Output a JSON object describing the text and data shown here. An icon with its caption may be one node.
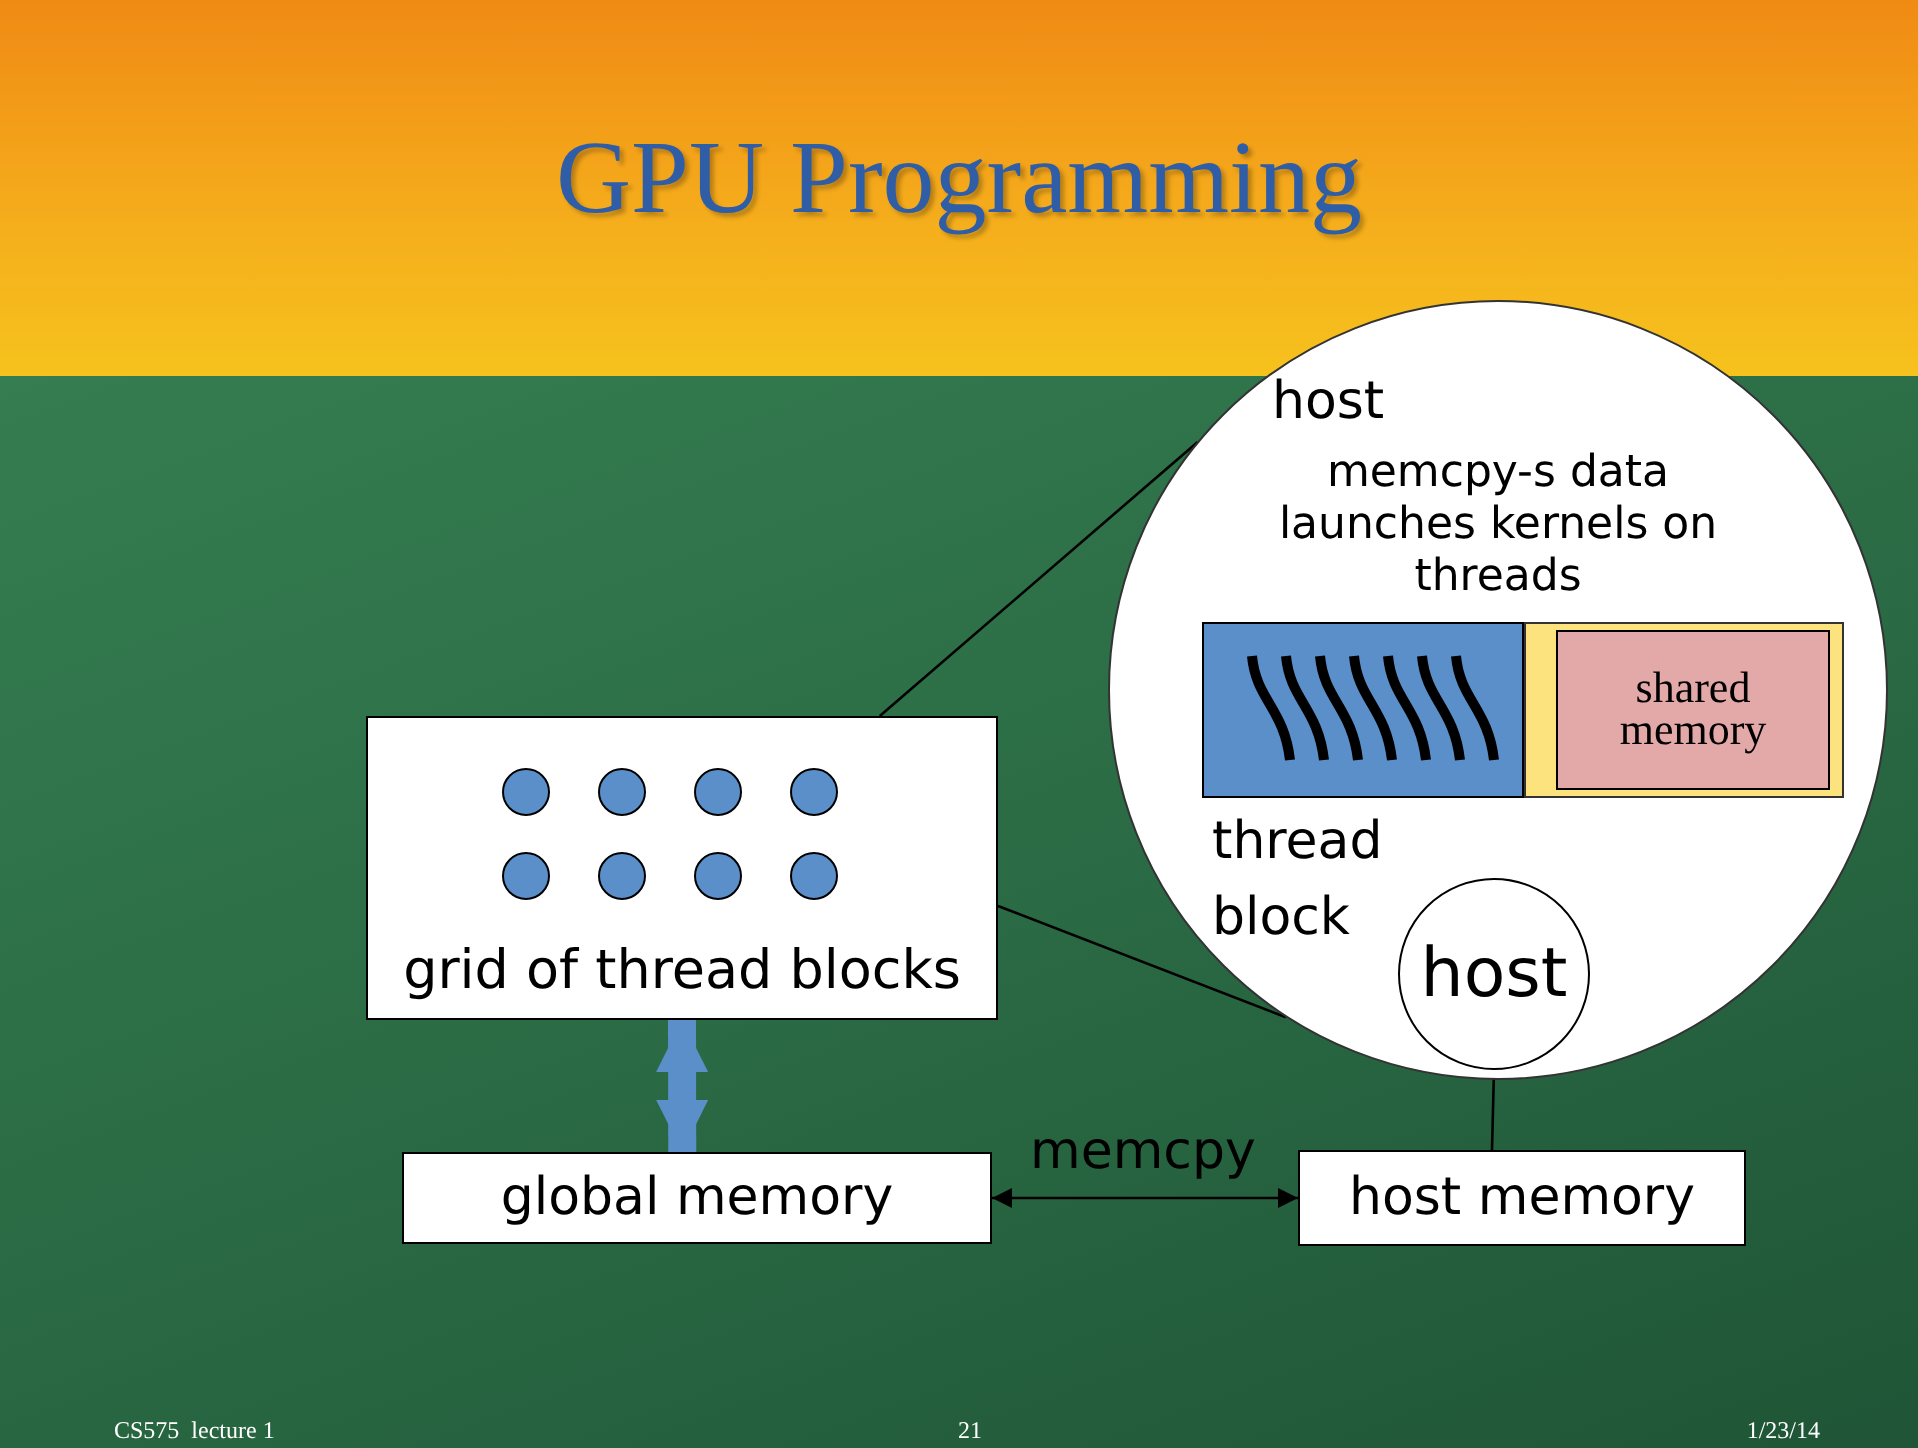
{
  "diagram": {
    "title": "GPU Programming",
    "nodes": [
      {
        "text": [
          "grid of thread blocks"
        ]
      },
      {
        "text": [],
        "shape": "circle",
        "in": 0
      },
      {
        "text": [],
        "shape": "circle",
        "in": 0
      },
      {
        "text": [],
        "shape": "circle",
        "in": 0
      },
      {
        "text": [],
        "shape": "circle",
        "in": 0
      },
      {
        "text": [],
        "shape": "circle",
        "in": 0
      },
      {
        "text": [],
        "shape": "circle",
        "in": 0
      },
      {
        "text": [],
        "shape": "circle",
        "in": 0
      },
      {
        "text": [],
        "shape": "circle",
        "in": 0
      },
      {
        "text": [],
        "shape": "circle"
      },
      {
        "text": [],
        "shape": "box",
        "beside": [
          "thread block"
        ],
        "in": 9
      },
      {
        "text": [],
        "shape": "box",
        "in": 9
      },
      {
        "text": [
          "shared memory"
        ],
        "in": 11
      },
      {
        "text": [
          "host"
        ],
        "in": 9
      },
      {
        "text": [
          "global memory"
        ]
      },
      {
        "text": [
          "host memory"
        ]
      }
    ],
    "edges": [
      {
        "from": 0,
        "to": 9,
        "arrow": "none"
      },
      {
        "from": 0,
        "to": 9,
        "arrow": "none"
      },
      {
        "from": 0,
        "to": 14,
        "arrow": "both",
        "style": "thick",
        "color": "#5b8fc9"
      },
      {
        "from": 14,
        "to": 15,
        "arrow": "both",
        "label": "memcpy"
      },
      {
        "from": 13,
        "to": 15,
        "arrow": "none"
      }
    ],
    "labels": [
      "host",
      "memcpy-s data launches kernels on threads",
      "CS575  lecture 1",
      "21",
      "1/23/14"
    ]
  }
}
